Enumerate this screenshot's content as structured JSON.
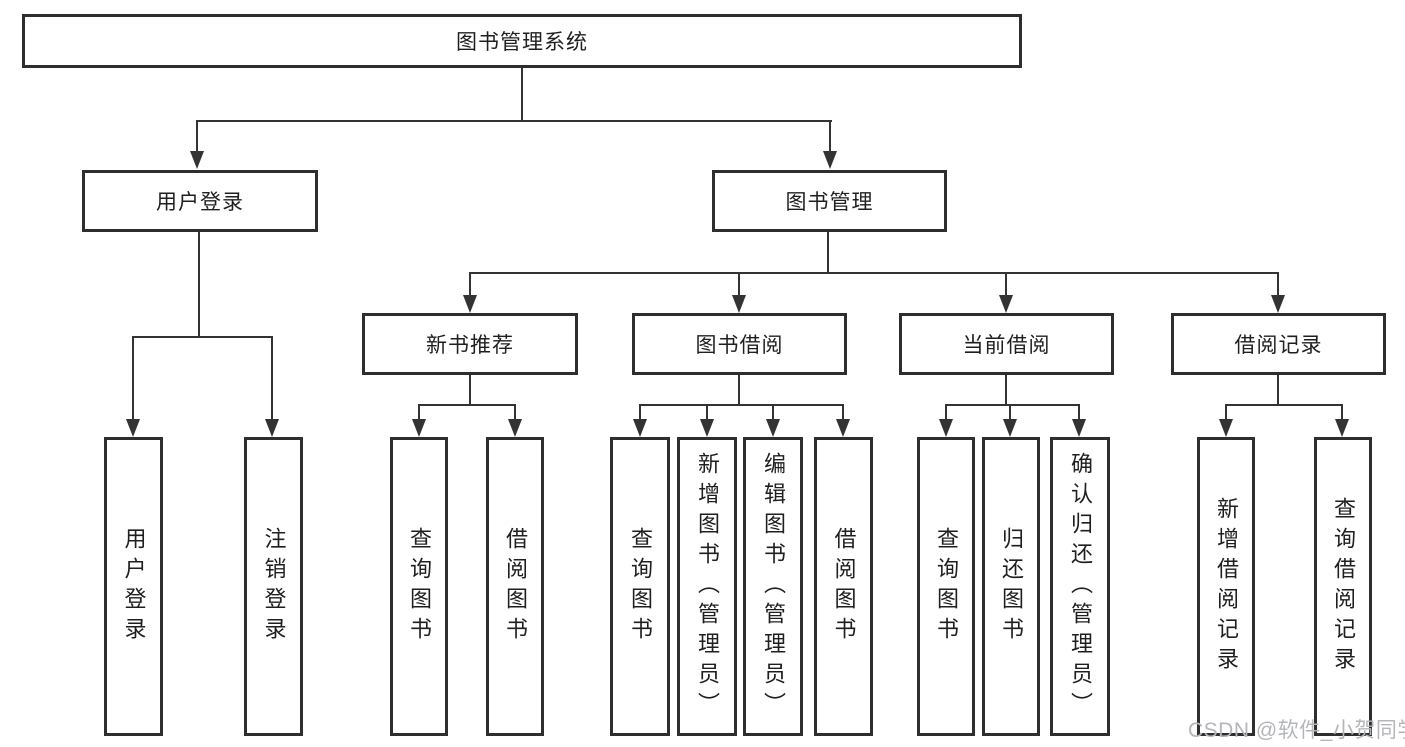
{
  "diagram": {
    "root": "图书管理系统",
    "level2": [
      "用户登录",
      "图书管理"
    ],
    "level3": [
      "新书推荐",
      "图书借阅",
      "当前借阅",
      "借阅记录"
    ],
    "leafGroups": [
      [
        "用户登录",
        "注销登录"
      ],
      [
        "查询图书",
        "借阅图书"
      ],
      [
        "查询图书",
        "新增图书（管理员）",
        "编辑图书（管理员）",
        "借阅图书"
      ],
      [
        "查询图书",
        "归还图书",
        "确认归还（管理员）"
      ],
      [
        "新增借阅记录",
        "查询借阅记录"
      ]
    ]
  },
  "watermark": "CSDN @软件_小贺同学",
  "colors": {
    "line": "#333333",
    "box_border": "#2e2e2e",
    "text": "#1f1f1f",
    "background": "#ffffff",
    "watermark_text": "#b4b6ba"
  }
}
